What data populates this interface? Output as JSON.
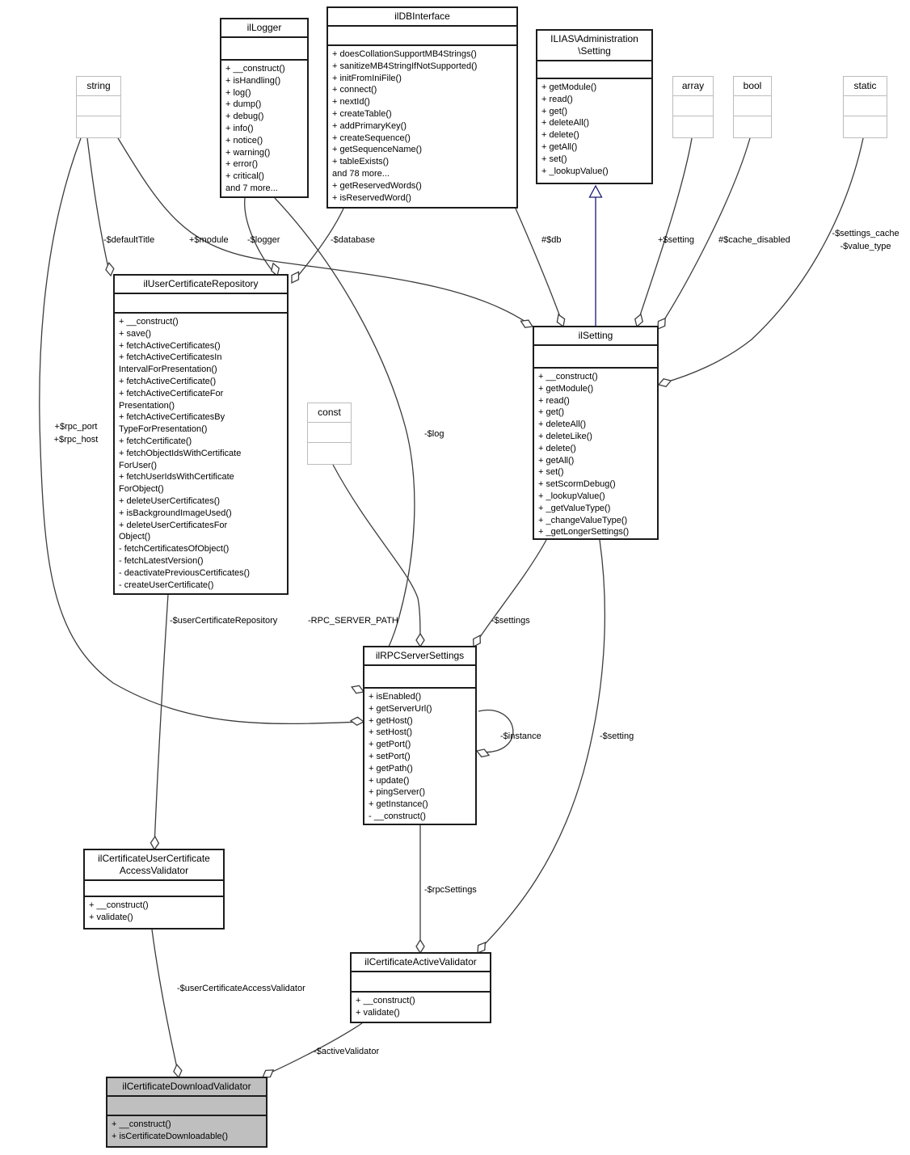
{
  "diagram_title": "ilCertificateDownloadValidator collaboration diagram",
  "colors": {
    "edge": "#3c3c3c",
    "generalization": "#191970",
    "class_border": "#1c1c1c",
    "type_box_border": "#bcbcbc",
    "highlight_fill": "#bfbfbf",
    "background": "#ffffff"
  },
  "classes": {
    "logger": {
      "title": [
        "ilLogger"
      ],
      "methods": [
        "+ __construct()",
        "+ isHandling()",
        "+ log()",
        "+ dump()",
        "+ debug()",
        "+ info()",
        "+ notice()",
        "+ warning()",
        "+ error()",
        "+ critical()",
        "and 7 more..."
      ]
    },
    "dbInterface": {
      "title": [
        "ilDBInterface"
      ],
      "methods": [
        "+ doesCollationSupportMB4Strings()",
        "+ sanitizeMB4StringIfNotSupported()",
        "+ initFromIniFile()",
        "+ connect()",
        "+ nextId()",
        "+ createTable()",
        "+ addPrimaryKey()",
        "+ createSequence()",
        "+ getSequenceName()",
        "+ tableExists()",
        "and 78 more...",
        "+ getReservedWords()",
        "+ isReservedWord()"
      ]
    },
    "adminSetting": {
      "title": [
        "ILIAS\\Administration",
        "\\Setting"
      ],
      "methods": [
        "+ getModule()",
        "+ read()",
        "+ get()",
        "+ deleteAll()",
        "+ delete()",
        "+ getAll()",
        "+ set()",
        "+ _lookupValue()"
      ]
    },
    "string": {
      "title": [
        "string"
      ]
    },
    "array": {
      "title": [
        "array"
      ]
    },
    "bool": {
      "title": [
        "bool"
      ]
    },
    "static": {
      "title": [
        "static"
      ]
    },
    "const": {
      "title": [
        "const"
      ]
    },
    "userCertRepo": {
      "title": [
        "ilUserCertificateRepository"
      ],
      "methods": [
        "+ __construct()",
        "+ save()",
        "+ fetchActiveCertificates()",
        "+ fetchActiveCertificatesIn",
        "IntervalForPresentation()",
        "+ fetchActiveCertificate()",
        "+ fetchActiveCertificateFor",
        "Presentation()",
        "+ fetchActiveCertificatesBy",
        "TypeForPresentation()",
        "+ fetchCertificate()",
        "+ fetchObjectIdsWithCertificate",
        "ForUser()",
        "+ fetchUserIdsWithCertificate",
        "ForObject()",
        "+ deleteUserCertificates()",
        "+ isBackgroundImageUsed()",
        "+ deleteUserCertificatesFor",
        "Object()",
        "- fetchCertificatesOfObject()",
        "- fetchLatestVersion()",
        "- deactivatePreviousCertificates()",
        "- createUserCertificate()"
      ]
    },
    "setting": {
      "title": [
        "ilSetting"
      ],
      "methods": [
        "+ __construct()",
        "+ getModule()",
        "+ read()",
        "+ get()",
        "+ deleteAll()",
        "+ deleteLike()",
        "+ delete()",
        "+ getAll()",
        "+ set()",
        "+ setScormDebug()",
        "+ _lookupValue()",
        "+ _getValueType()",
        "+ _changeValueType()",
        "+ _getLongerSettings()"
      ]
    },
    "rpcServerSettings": {
      "title": [
        "ilRPCServerSettings"
      ],
      "methods": [
        "+ isEnabled()",
        "+ getServerUrl()",
        "+ getHost()",
        "+ setHost()",
        "+ getPort()",
        "+ setPort()",
        "+ getPath()",
        "+ update()",
        "+ pingServer()",
        "+ getInstance()",
        "- __construct()"
      ]
    },
    "accessValidator": {
      "title": [
        "ilCertificateUserCertificate",
        "AccessValidator"
      ],
      "methods": [
        "+ __construct()",
        "+ validate()"
      ]
    },
    "activeValidator": {
      "title": [
        "ilCertificateActiveValidator"
      ],
      "methods": [
        "+ __construct()",
        "+ validate()"
      ]
    },
    "downloadValidator": {
      "title": [
        "ilCertificateDownloadValidator"
      ],
      "methods": [
        "+ __construct()",
        "+ isCertificateDownloadable()"
      ]
    }
  },
  "edge_labels": {
    "defaultTitle": "-$defaultTitle",
    "module": "+$module",
    "logger": "-$logger",
    "database": "-$database",
    "db": "#$db",
    "setting_array": "+$setting",
    "cache_disabled": "#$cache_disabled",
    "settings_cache": "-$settings_cache",
    "value_type": "-$value_type",
    "rpc_port": "+$rpc_port",
    "rpc_host": "+$rpc_host",
    "log": "-$log",
    "userCertificateRepository": "-$userCertificateRepository",
    "rpc_server_path": "-RPC_SERVER_PATH",
    "settings": "-$settings",
    "instance": "-$instance",
    "setting": "-$setting",
    "rpcSettings": "-$rpcSettings",
    "userCertificateAccessValidator": "-$userCertificateAccessValidator",
    "activeValidator": "-$activeValidator"
  }
}
